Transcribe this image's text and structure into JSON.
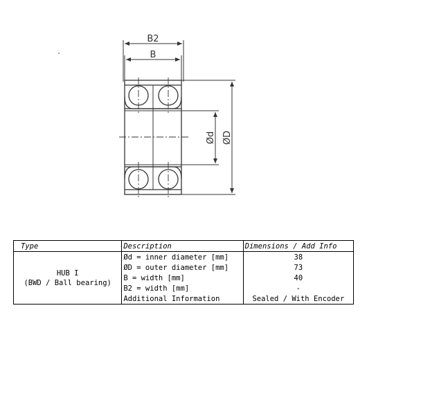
{
  "drawing": {
    "labels": {
      "b2": "B2",
      "b": "B",
      "inner_d": "Ød",
      "outer_d": "ØD"
    },
    "line_color": "#333333",
    "centerline_style": "dash-dot"
  },
  "table": {
    "headers": {
      "type": "Type",
      "description": "Description",
      "dimensions": "Dimensions / Add Info"
    },
    "type": {
      "line1": "HUB I",
      "line2": "(BWD / Ball bearing)"
    },
    "rows": [
      {
        "description": "Ød = inner diameter [mm]",
        "value": "38"
      },
      {
        "description": "ØD = outer diameter [mm]",
        "value": "73"
      },
      {
        "description": "B  = width [mm]",
        "value": "40"
      },
      {
        "description": "B2 = width [mm]",
        "value": "-"
      },
      {
        "description": "Additional Information",
        "value": "Sealed / With Encoder"
      }
    ]
  }
}
